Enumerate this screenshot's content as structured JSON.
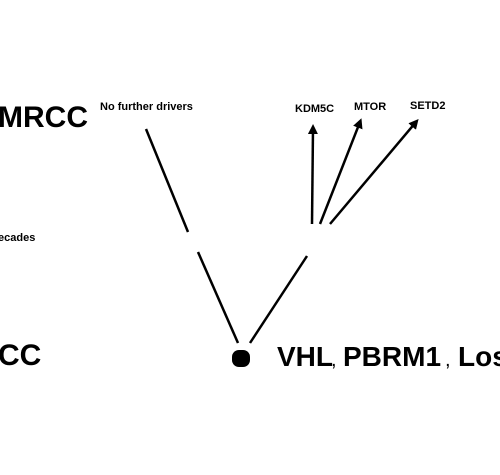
{
  "labels": {
    "left_top": "MRCC",
    "left_middle": "ecades",
    "left_bottom": "CC",
    "no_further_drivers": "No further drivers",
    "kdm5c": "KDM5C",
    "mtor": "MTOR",
    "setd2": "SETD2",
    "vhl": "VHL",
    "sep1": ",",
    "pbrm1": "PBRM1",
    "sep2": ",",
    "los": "Los"
  },
  "colors": {
    "line": "#000000",
    "background": "#ffffff"
  }
}
